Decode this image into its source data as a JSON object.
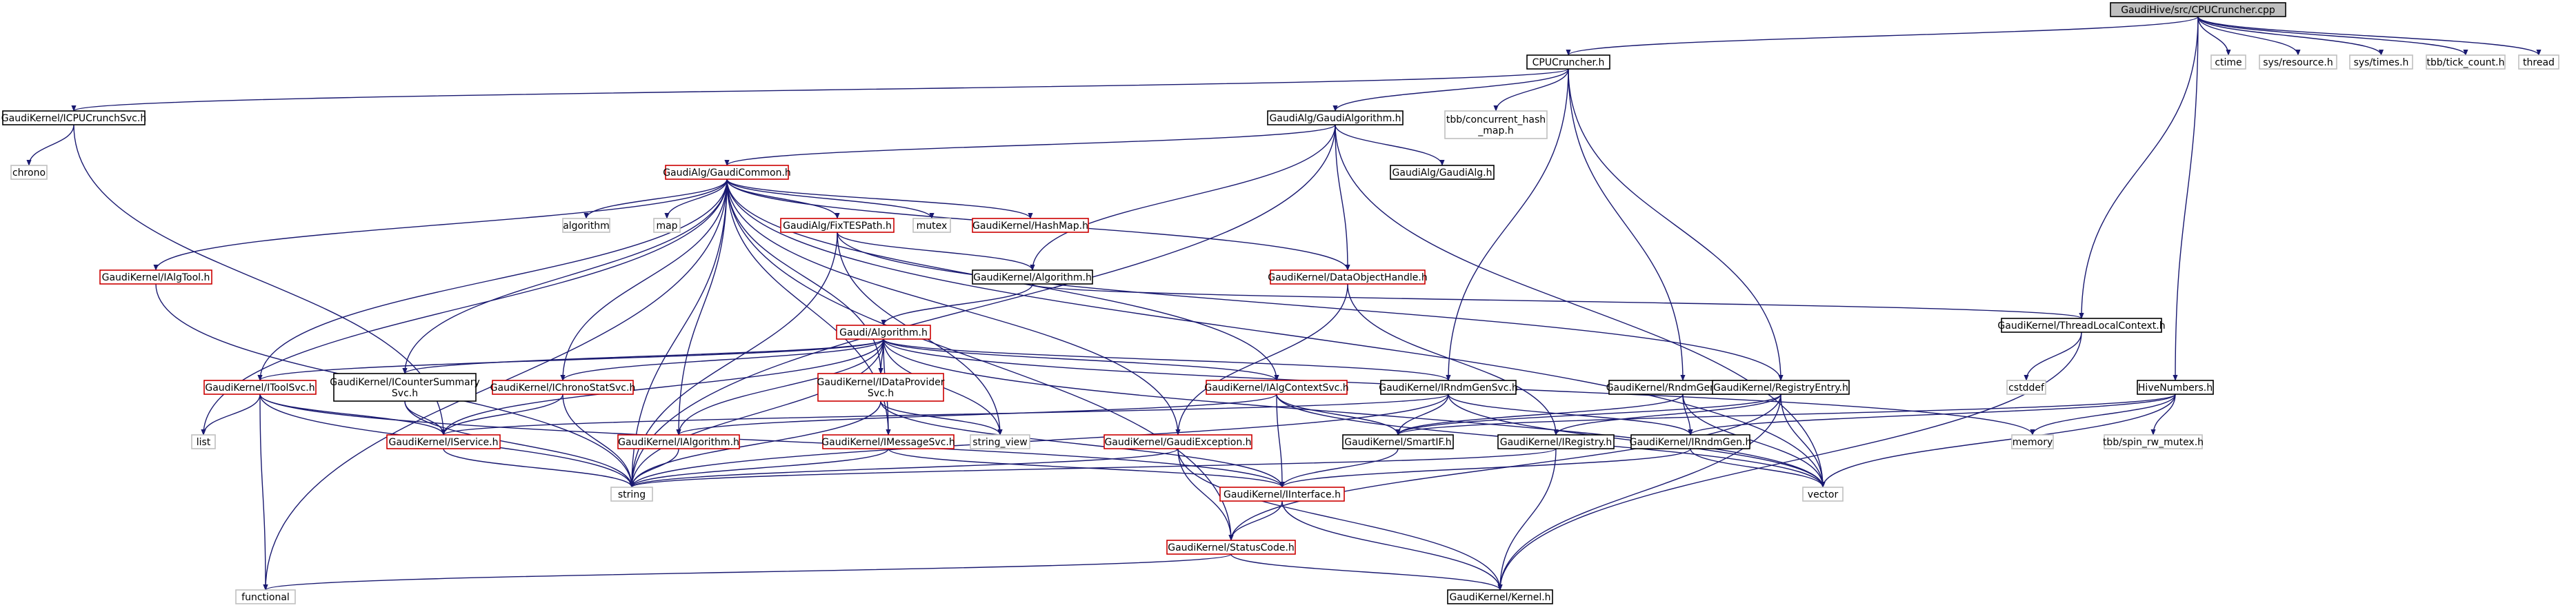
{
  "diagram": {
    "root": "GaudiHive/src/CPUCruncher.cpp",
    "nodes": [
      {
        "id": "root",
        "label": "GaudiHive/src/CPUCruncher.cpp",
        "style": "root"
      },
      {
        "id": "cpucruncher_h",
        "label": "CPUCruncher.h",
        "style": "black"
      },
      {
        "id": "ctime",
        "label": "ctime",
        "style": "gray"
      },
      {
        "id": "sys_resource",
        "label": "sys/resource.h",
        "style": "gray"
      },
      {
        "id": "sys_times",
        "label": "sys/times.h",
        "style": "gray"
      },
      {
        "id": "tbb_tick",
        "label": "tbb/tick_count.h",
        "style": "gray"
      },
      {
        "id": "thread",
        "label": "thread",
        "style": "gray"
      },
      {
        "id": "icpucrunchsvc",
        "label": "GaudiKernel/ICPUCrunchSvc.h",
        "style": "black"
      },
      {
        "id": "gaudialgorithm",
        "label": "GaudiAlg/GaudiAlgorithm.h",
        "style": "black"
      },
      {
        "id": "tbb_chm",
        "label": [
          "tbb/concurrent_hash",
          "_map.h"
        ],
        "style": "gray"
      },
      {
        "id": "chrono",
        "label": "chrono",
        "style": "gray"
      },
      {
        "id": "gaudicommon",
        "label": "GaudiAlg/GaudiCommon.h",
        "style": "red"
      },
      {
        "id": "gaudialg",
        "label": "GaudiAlg/GaudiAlg.h",
        "style": "black"
      },
      {
        "id": "algorithm_std",
        "label": "algorithm",
        "style": "gray"
      },
      {
        "id": "map",
        "label": "map",
        "style": "gray"
      },
      {
        "id": "fixtespath",
        "label": "GaudiAlg/FixTESPath.h",
        "style": "red"
      },
      {
        "id": "mutex",
        "label": "mutex",
        "style": "gray"
      },
      {
        "id": "hashmap",
        "label": "GaudiKernel/HashMap.h",
        "style": "red"
      },
      {
        "id": "ialgtool",
        "label": "GaudiKernel/IAlgTool.h",
        "style": "red"
      },
      {
        "id": "gk_algorithm",
        "label": "GaudiKernel/Algorithm.h",
        "style": "black"
      },
      {
        "id": "dataobjecthandle",
        "label": "GaudiKernel/DataObjectHandle.h",
        "style": "red"
      },
      {
        "id": "threadlocalcontext",
        "label": "GaudiKernel/ThreadLocalContext.h",
        "style": "black"
      },
      {
        "id": "gaudi_algorithm",
        "label": "Gaudi/Algorithm.h",
        "style": "red"
      },
      {
        "id": "cstddef",
        "label": "cstddef",
        "style": "gray"
      },
      {
        "id": "itoolsvc",
        "label": "GaudiKernel/IToolSvc.h",
        "style": "red"
      },
      {
        "id": "icountersummarysvc",
        "label": [
          "GaudiKernel/ICounterSummary",
          "Svc.h"
        ],
        "style": "black"
      },
      {
        "id": "ichronostatsvc",
        "label": "GaudiKernel/IChronoStatSvc.h",
        "style": "red"
      },
      {
        "id": "idataprovidersvc",
        "label": [
          "GaudiKernel/IDataProvider",
          "Svc.h"
        ],
        "style": "red"
      },
      {
        "id": "ialgcontextsvc",
        "label": "GaudiKernel/IAlgContextSvc.h",
        "style": "red"
      },
      {
        "id": "irndmgensvc",
        "label": "GaudiKernel/IRndmGenSvc.h",
        "style": "black"
      },
      {
        "id": "rndmgenerators",
        "label": "GaudiKernel/RndmGenerators.h",
        "style": "black"
      },
      {
        "id": "registryentry",
        "label": "GaudiKernel/RegistryEntry.h",
        "style": "black"
      },
      {
        "id": "hivenumbers",
        "label": "HiveNumbers.h",
        "style": "black"
      },
      {
        "id": "list",
        "label": "list",
        "style": "gray"
      },
      {
        "id": "iservice",
        "label": "GaudiKernel/IService.h",
        "style": "red"
      },
      {
        "id": "ialgorithm",
        "label": "GaudiKernel/IAlgorithm.h",
        "style": "red"
      },
      {
        "id": "imessagesvc",
        "label": "GaudiKernel/IMessageSvc.h",
        "style": "red"
      },
      {
        "id": "string_view",
        "label": "string_view",
        "style": "gray"
      },
      {
        "id": "gaudiexception",
        "label": "GaudiKernel/GaudiException.h",
        "style": "red"
      },
      {
        "id": "ismartif",
        "label": "GaudiKernel/SmartIF.h",
        "style": "black"
      },
      {
        "id": "iregistry",
        "label": "GaudiKernel/IRegistry.h",
        "style": "black"
      },
      {
        "id": "irndmgen",
        "label": "GaudiKernel/IRndmGen.h",
        "style": "black"
      },
      {
        "id": "memory",
        "label": "memory",
        "style": "gray"
      },
      {
        "id": "tbb_spin",
        "label": "tbb/spin_rw_mutex.h",
        "style": "gray"
      },
      {
        "id": "string",
        "label": "string",
        "style": "gray"
      },
      {
        "id": "iinterface",
        "label": "GaudiKernel/IInterface.h",
        "style": "red"
      },
      {
        "id": "vector",
        "label": "vector",
        "style": "gray"
      },
      {
        "id": "statuscode",
        "label": "GaudiKernel/StatusCode.h",
        "style": "red"
      },
      {
        "id": "functional",
        "label": "functional",
        "style": "gray"
      },
      {
        "id": "kernel",
        "label": "GaudiKernel/Kernel.h",
        "style": "black"
      }
    ],
    "edges": [
      [
        "root",
        "cpucruncher_h"
      ],
      [
        "root",
        "ctime"
      ],
      [
        "root",
        "sys_resource"
      ],
      [
        "root",
        "sys_times"
      ],
      [
        "root",
        "tbb_tick"
      ],
      [
        "root",
        "thread"
      ],
      [
        "root",
        "threadlocalcontext"
      ],
      [
        "root",
        "hivenumbers"
      ],
      [
        "cpucruncher_h",
        "icpucrunchsvc"
      ],
      [
        "cpucruncher_h",
        "gaudialgorithm"
      ],
      [
        "cpucruncher_h",
        "tbb_chm"
      ],
      [
        "cpucruncher_h",
        "irndmgensvc"
      ],
      [
        "cpucruncher_h",
        "rndmgenerators"
      ],
      [
        "cpucruncher_h",
        "registryentry"
      ],
      [
        "icpucrunchsvc",
        "chrono"
      ],
      [
        "icpucrunchsvc",
        "iservice"
      ],
      [
        "gaudialgorithm",
        "gaudicommon"
      ],
      [
        "gaudialgorithm",
        "gaudialg"
      ],
      [
        "gaudialgorithm",
        "gk_algorithm"
      ],
      [
        "gaudialgorithm",
        "dataobjecthandle"
      ],
      [
        "gaudialgorithm",
        "string"
      ],
      [
        "gaudialgorithm",
        "vector"
      ],
      [
        "gaudicommon",
        "algorithm_std"
      ],
      [
        "gaudicommon",
        "map"
      ],
      [
        "gaudicommon",
        "fixtespath"
      ],
      [
        "gaudicommon",
        "mutex"
      ],
      [
        "gaudicommon",
        "hashmap"
      ],
      [
        "gaudicommon",
        "ialgtool"
      ],
      [
        "gaudicommon",
        "dataobjecthandle"
      ],
      [
        "gaudicommon",
        "itoolsvc"
      ],
      [
        "gaudicommon",
        "icountersummarysvc"
      ],
      [
        "gaudicommon",
        "ichronostatsvc"
      ],
      [
        "gaudicommon",
        "idataprovidersvc"
      ],
      [
        "gaudicommon",
        "ialgcontextsvc"
      ],
      [
        "gaudicommon",
        "ialgorithm"
      ],
      [
        "gaudicommon",
        "imessagesvc"
      ],
      [
        "gaudicommon",
        "gaudiexception"
      ],
      [
        "gaudicommon",
        "list"
      ],
      [
        "gaudicommon",
        "string"
      ],
      [
        "gaudicommon",
        "statuscode"
      ],
      [
        "gaudicommon",
        "functional"
      ],
      [
        "gaudicommon",
        "vector"
      ],
      [
        "fixtespath",
        "gk_algorithm"
      ],
      [
        "fixtespath",
        "string"
      ],
      [
        "fixtespath",
        "string_view"
      ],
      [
        "fixtespath",
        "registryentry"
      ],
      [
        "ialgtool",
        "string"
      ],
      [
        "gk_algorithm",
        "gaudi_algorithm"
      ],
      [
        "gk_algorithm",
        "threadlocalcontext"
      ],
      [
        "dataobjecthandle",
        "gaudiexception"
      ],
      [
        "dataobjecthandle",
        "iregistry"
      ],
      [
        "threadlocalcontext",
        "cstddef"
      ],
      [
        "threadlocalcontext",
        "kernel"
      ],
      [
        "gaudi_algorithm",
        "itoolsvc"
      ],
      [
        "gaudi_algorithm",
        "icountersummarysvc"
      ],
      [
        "gaudi_algorithm",
        "ichronostatsvc"
      ],
      [
        "gaudi_algorithm",
        "idataprovidersvc"
      ],
      [
        "gaudi_algorithm",
        "ialgcontextsvc"
      ],
      [
        "gaudi_algorithm",
        "irndmgensvc"
      ],
      [
        "gaudi_algorithm",
        "iservice"
      ],
      [
        "gaudi_algorithm",
        "ialgorithm"
      ],
      [
        "gaudi_algorithm",
        "imessagesvc"
      ],
      [
        "gaudi_algorithm",
        "string"
      ],
      [
        "gaudi_algorithm",
        "memory"
      ],
      [
        "gaudi_algorithm",
        "vector"
      ],
      [
        "gaudi_algorithm",
        "string_view"
      ],
      [
        "itoolsvc",
        "list"
      ],
      [
        "itoolsvc",
        "iservice"
      ],
      [
        "itoolsvc",
        "string"
      ],
      [
        "itoolsvc",
        "functional"
      ],
      [
        "itoolsvc",
        "iinterface"
      ],
      [
        "icountersummarysvc",
        "iservice"
      ],
      [
        "icountersummarysvc",
        "string"
      ],
      [
        "ichronostatsvc",
        "iservice"
      ],
      [
        "ichronostatsvc",
        "string"
      ],
      [
        "idataprovidersvc",
        "string"
      ],
      [
        "idataprovidersvc",
        "string_view"
      ],
      [
        "idataprovidersvc",
        "iinterface"
      ],
      [
        "ialgcontextsvc",
        "ialgorithm"
      ],
      [
        "ialgcontextsvc",
        "ismartif"
      ],
      [
        "ialgcontextsvc",
        "iinterface"
      ],
      [
        "ialgcontextsvc",
        "vector"
      ],
      [
        "irndmgensvc",
        "iservice"
      ],
      [
        "irndmgensvc",
        "ismartif"
      ],
      [
        "irndmgensvc",
        "string"
      ],
      [
        "irndmgensvc",
        "vector"
      ],
      [
        "irndmgensvc",
        "irndmgen"
      ],
      [
        "rndmgenerators",
        "ismartif"
      ],
      [
        "rndmgenerators",
        "irndmgen"
      ],
      [
        "rndmgenerators",
        "vector"
      ],
      [
        "registryentry",
        "iregistry"
      ],
      [
        "registryentry",
        "vector"
      ],
      [
        "registryentry",
        "statuscode"
      ],
      [
        "registryentry",
        "kernel"
      ],
      [
        "registryentry",
        "ismartif"
      ],
      [
        "hivenumbers",
        "ismartif"
      ],
      [
        "hivenumbers",
        "irndmgen"
      ],
      [
        "hivenumbers",
        "memory"
      ],
      [
        "hivenumbers",
        "tbb_spin"
      ],
      [
        "hivenumbers",
        "vector"
      ],
      [
        "iservice",
        "string"
      ],
      [
        "ialgorithm",
        "string"
      ],
      [
        "imessagesvc",
        "string"
      ],
      [
        "imessagesvc",
        "iinterface"
      ],
      [
        "gaudiexception",
        "string"
      ],
      [
        "gaudiexception",
        "statuscode"
      ],
      [
        "gaudiexception",
        "kernel"
      ],
      [
        "ismartif",
        "iinterface"
      ],
      [
        "iregistry",
        "string"
      ],
      [
        "iregistry",
        "kernel"
      ],
      [
        "irndmgen",
        "iinterface"
      ],
      [
        "irndmgen",
        "vector"
      ],
      [
        "iinterface",
        "statuscode"
      ],
      [
        "iinterface",
        "kernel"
      ],
      [
        "statuscode",
        "functional"
      ],
      [
        "statuscode",
        "kernel"
      ]
    ]
  }
}
